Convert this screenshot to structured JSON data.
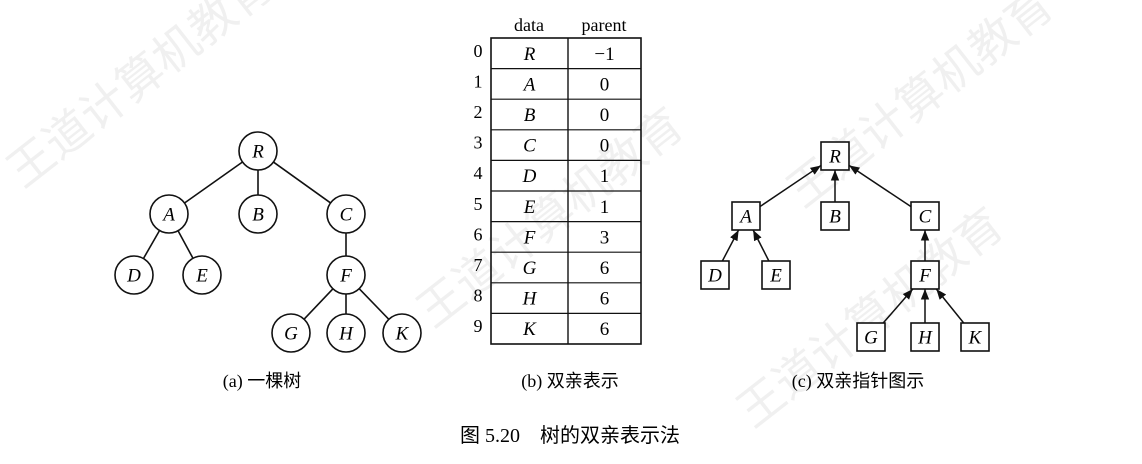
{
  "watermark": {
    "text": "王道计算机教育"
  },
  "tree": {
    "caption": "(a) 一棵树",
    "nodes": [
      {
        "id": "R",
        "label": "R"
      },
      {
        "id": "A",
        "label": "A"
      },
      {
        "id": "B",
        "label": "B"
      },
      {
        "id": "C",
        "label": "C"
      },
      {
        "id": "D",
        "label": "D"
      },
      {
        "id": "E",
        "label": "E"
      },
      {
        "id": "F",
        "label": "F"
      },
      {
        "id": "G",
        "label": "G"
      },
      {
        "id": "H",
        "label": "H"
      },
      {
        "id": "K",
        "label": "K"
      }
    ],
    "edges": [
      [
        "R",
        "A"
      ],
      [
        "R",
        "B"
      ],
      [
        "R",
        "C"
      ],
      [
        "A",
        "D"
      ],
      [
        "A",
        "E"
      ],
      [
        "C",
        "F"
      ],
      [
        "F",
        "G"
      ],
      [
        "F",
        "H"
      ],
      [
        "F",
        "K"
      ]
    ]
  },
  "table": {
    "caption": "(b) 双亲表示",
    "headers": {
      "data": "data",
      "parent": "parent"
    },
    "rows": [
      {
        "index": "0",
        "data": "R",
        "parent": "−1"
      },
      {
        "index": "1",
        "data": "A",
        "parent": "0"
      },
      {
        "index": "2",
        "data": "B",
        "parent": "0"
      },
      {
        "index": "3",
        "data": "C",
        "parent": "0"
      },
      {
        "index": "4",
        "data": "D",
        "parent": "1"
      },
      {
        "index": "5",
        "data": "E",
        "parent": "1"
      },
      {
        "index": "6",
        "data": "F",
        "parent": "3"
      },
      {
        "index": "7",
        "data": "G",
        "parent": "6"
      },
      {
        "index": "8",
        "data": "H",
        "parent": "6"
      },
      {
        "index": "9",
        "data": "K",
        "parent": "6"
      }
    ]
  },
  "pointer_diagram": {
    "caption": "(c) 双亲指针图示",
    "nodes": [
      {
        "id": "R",
        "label": "R"
      },
      {
        "id": "A",
        "label": "A"
      },
      {
        "id": "B",
        "label": "B"
      },
      {
        "id": "C",
        "label": "C"
      },
      {
        "id": "D",
        "label": "D"
      },
      {
        "id": "E",
        "label": "E"
      },
      {
        "id": "F",
        "label": "F"
      },
      {
        "id": "G",
        "label": "G"
      },
      {
        "id": "H",
        "label": "H"
      },
      {
        "id": "K",
        "label": "K"
      }
    ],
    "edges": [
      [
        "A",
        "R"
      ],
      [
        "B",
        "R"
      ],
      [
        "C",
        "R"
      ],
      [
        "D",
        "A"
      ],
      [
        "E",
        "A"
      ],
      [
        "F",
        "C"
      ],
      [
        "G",
        "F"
      ],
      [
        "H",
        "F"
      ],
      [
        "K",
        "F"
      ]
    ]
  },
  "figure_caption": "图 5.20　树的双亲表示法"
}
